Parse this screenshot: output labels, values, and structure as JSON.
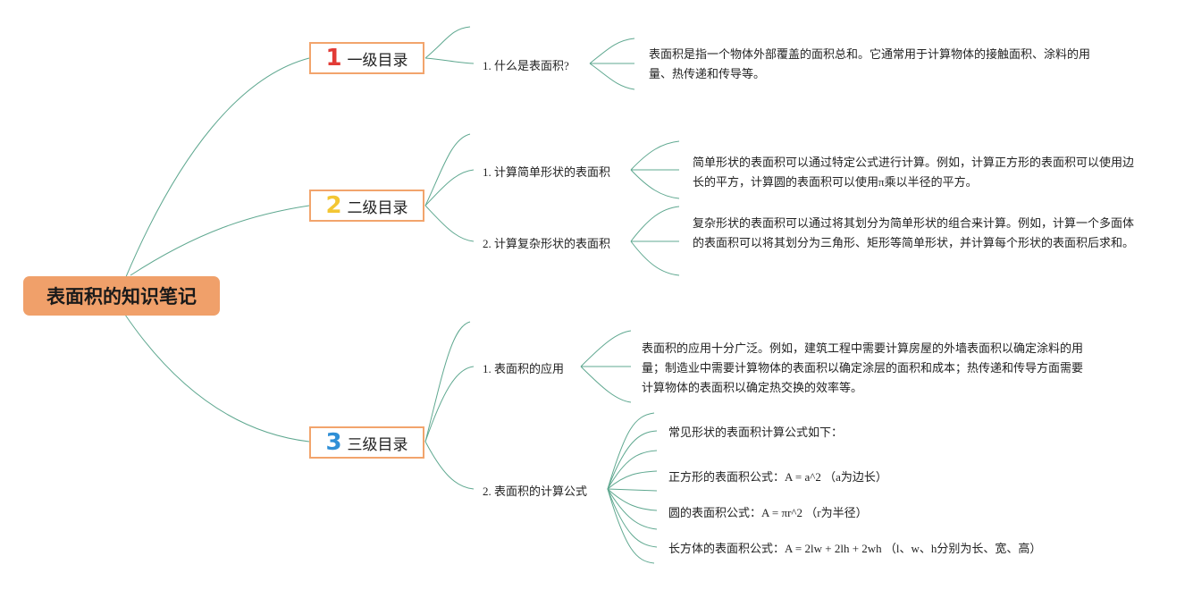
{
  "root": {
    "title": "表面积的知识笔记"
  },
  "levels": [
    {
      "num": "1",
      "label": "一级目录",
      "color": "#e23b36"
    },
    {
      "num": "2",
      "label": "二级目录",
      "color": "#f3c633"
    },
    {
      "num": "3",
      "label": "三级目录",
      "color": "#2f8fd6"
    }
  ],
  "branches": {
    "l1b1": {
      "label": "1. 什么是表面积?",
      "desc": "表面积是指一个物体外部覆盖的面积总和。它通常用于计算物体的接触面积、涂料的用量、热传递和传导等。"
    },
    "l2b1": {
      "label": "1. 计算简单形状的表面积",
      "desc": "简单形状的表面积可以通过特定公式进行计算。例如，计算正方形的表面积可以使用边长的平方，计算圆的表面积可以使用π乘以半径的平方。"
    },
    "l2b2": {
      "label": "2. 计算复杂形状的表面积",
      "desc": "复杂形状的表面积可以通过将其划分为简单形状的组合来计算。例如，计算一个多面体的表面积可以将其划分为三角形、矩形等简单形状，并计算每个形状的表面积后求和。"
    },
    "l3b1": {
      "label": "1. 表面积的应用",
      "desc": "表面积的应用十分广泛。例如，建筑工程中需要计算房屋的外墙表面积以确定涂料的用量；制造业中需要计算物体的表面积以确定涂层的面积和成本；热传递和传导方面需要计算物体的表面积以确定热交换的效率等。"
    },
    "l3b2": {
      "label": "2. 表面积的计算公式",
      "items": [
        "常见形状的表面积计算公式如下：",
        "正方形的表面积公式：A = a^2 （a为边长）",
        "圆的表面积公式：A = πr^2 （r为半径）",
        "长方体的表面积公式：A = 2lw + 2lh + 2wh （l、w、h分别为长、宽、高）"
      ]
    }
  }
}
